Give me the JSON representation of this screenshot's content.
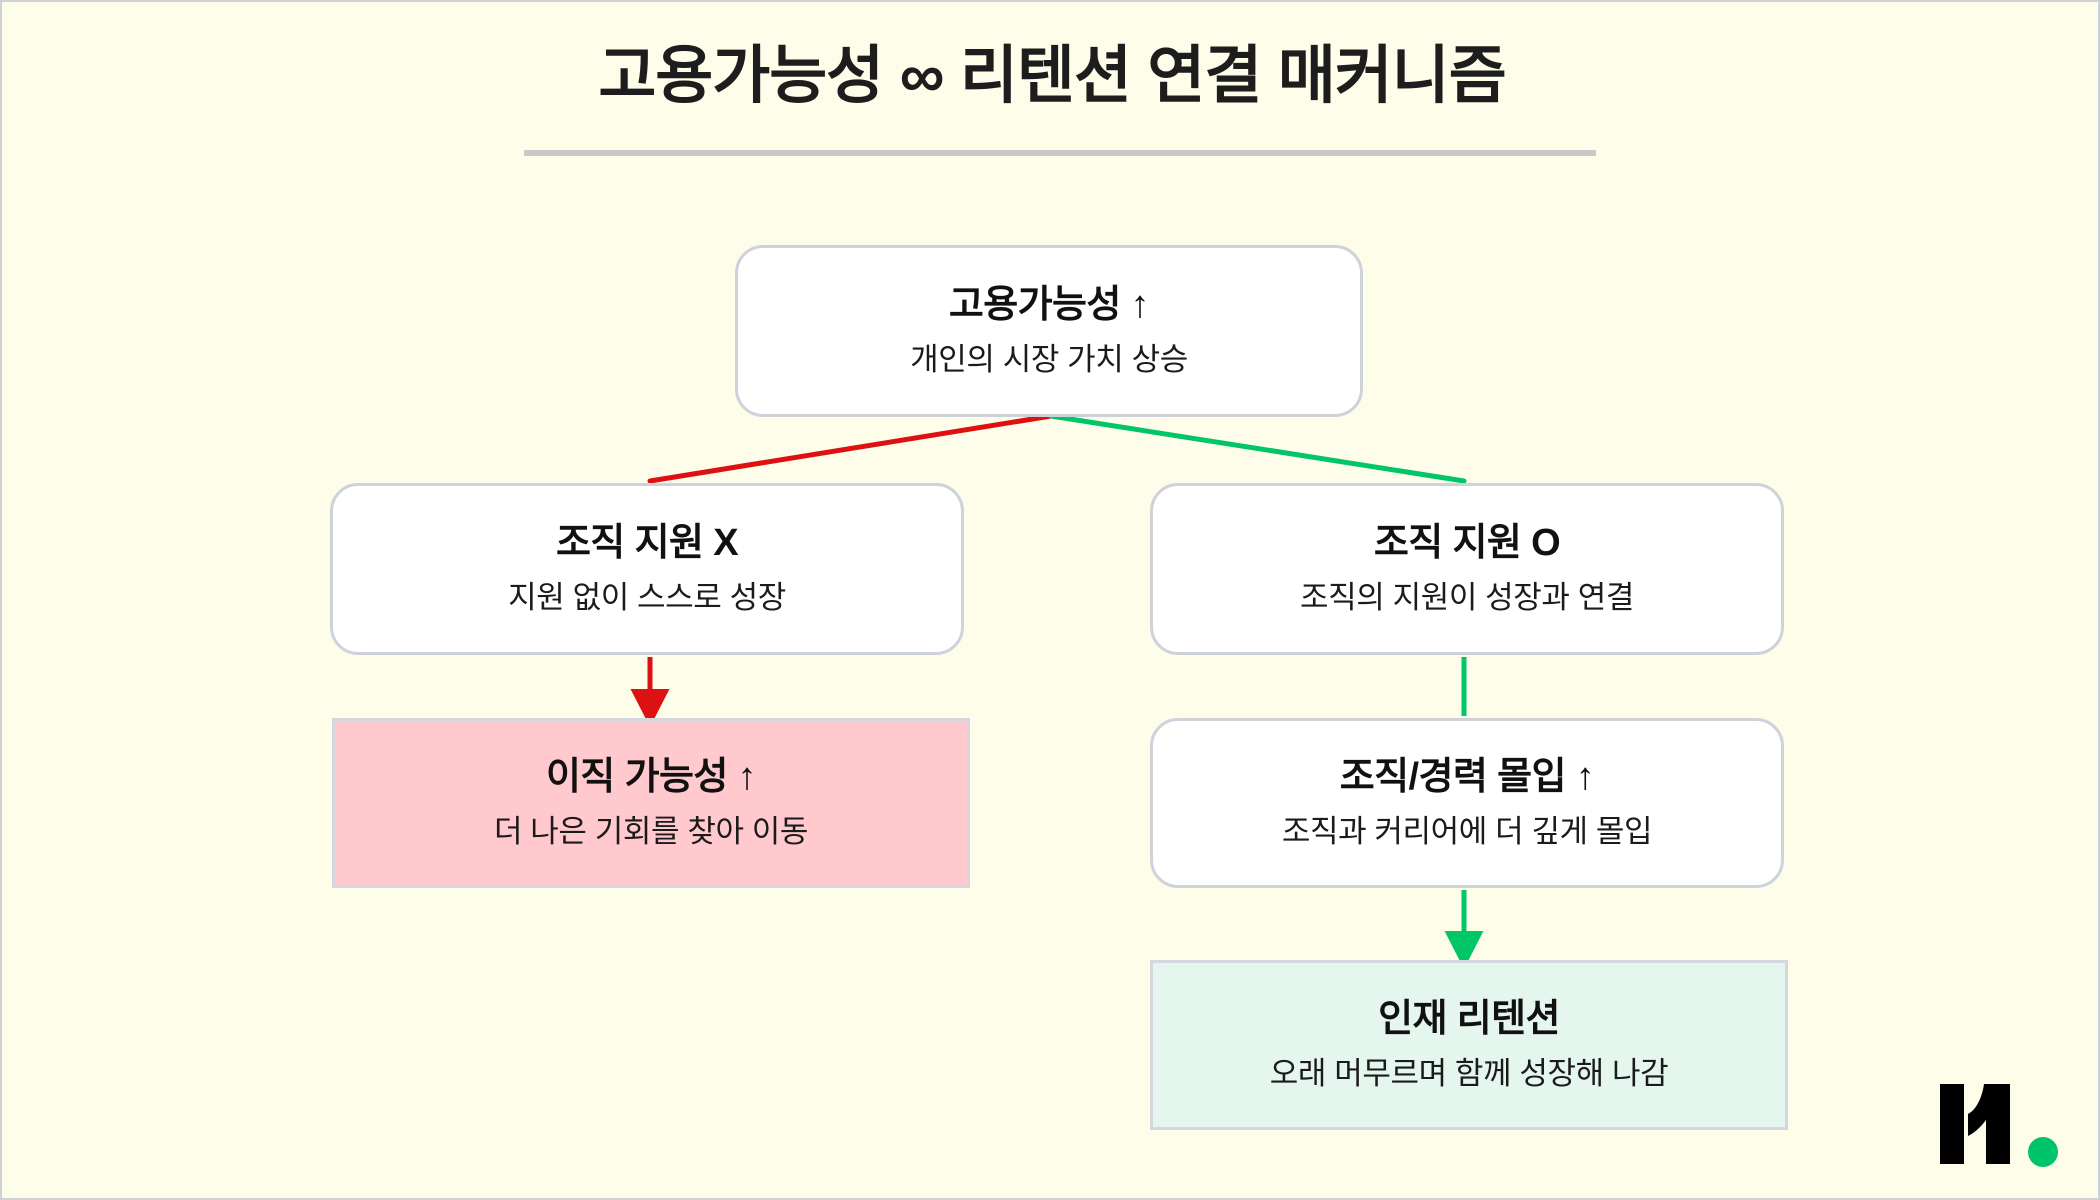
{
  "page": {
    "title": "고용가능성 ∞ 리텐션 연결 매커니즘",
    "background_color": "#FDFDE9",
    "title_rule_color": "#C8C8C8"
  },
  "colors": {
    "node_border": "#CED2DB",
    "node_fill": "#FFFFFF",
    "negative_fill": "#FFC9CE",
    "positive_fill": "#E5F6EE",
    "negative_link": "#DD1111",
    "positive_link": "#00C667",
    "text": "#111111",
    "logo_dot": "#00C46A"
  },
  "chart_data": {
    "type": "diagram",
    "title": "고용가능성 ∞ 리텐션 연결 매커니즘",
    "nodes": [
      {
        "id": "employability",
        "head": "고용가능성 ↑",
        "sub": "개인의 시장 가치 상승",
        "style": "rounded",
        "level": 0
      },
      {
        "id": "no-support",
        "head": "조직 지원 X",
        "sub": "지원 없이 스스로 성장",
        "style": "rounded",
        "level": 1
      },
      {
        "id": "support",
        "head": "조직 지원 O",
        "sub": "조직의 지원이 성장과 연결",
        "style": "rounded",
        "level": 1
      },
      {
        "id": "turnover-risk",
        "head": "이직 가능성 ↑",
        "sub": "더 나은 기회를 찾아 이동",
        "style": "flat-pink",
        "level": 2
      },
      {
        "id": "commitment",
        "head": "조직/경력 몰입 ↑",
        "sub": "조직과 커리어에 더 깊게 몰입",
        "style": "rounded",
        "level": 2
      },
      {
        "id": "retention",
        "head": "인재 리텐션",
        "sub": "오래 머무르며 함께 성장해 나감",
        "style": "flat-mint",
        "level": 3
      }
    ],
    "edges": [
      {
        "from": "employability",
        "to": "no-support",
        "color": "#DD1111",
        "arrow": false
      },
      {
        "from": "employability",
        "to": "support",
        "color": "#00C667",
        "arrow": false
      },
      {
        "from": "no-support",
        "to": "turnover-risk",
        "color": "#DD1111",
        "arrow": true
      },
      {
        "from": "support",
        "to": "commitment",
        "color": "#00C667",
        "arrow": false
      },
      {
        "from": "commitment",
        "to": "retention",
        "color": "#00C667",
        "arrow": true
      }
    ]
  },
  "nodes": {
    "employability": {
      "head": "고용가능성 ↑",
      "sub": "개인의 시장 가치 상승"
    },
    "no_support": {
      "head": "조직 지원 X",
      "sub": "지원 없이 스스로 성장"
    },
    "support": {
      "head": "조직 지원 O",
      "sub": "조직의 지원이 성장과 연결"
    },
    "turnover_risk": {
      "head": "이직 가능성 ↑",
      "sub": "더 나은 기회를 찾아 이동"
    },
    "commitment": {
      "head": "조직/경력 몰입 ↑",
      "sub": "조직과 커리어에 더 깊게 몰입"
    },
    "retention": {
      "head": "인재 리텐션",
      "sub": "오래 머무르며 함께 성장해 나감"
    }
  },
  "logo": {
    "name": "brand-logo",
    "mark": "ㅐ",
    "dot_color": "#00C46A"
  }
}
